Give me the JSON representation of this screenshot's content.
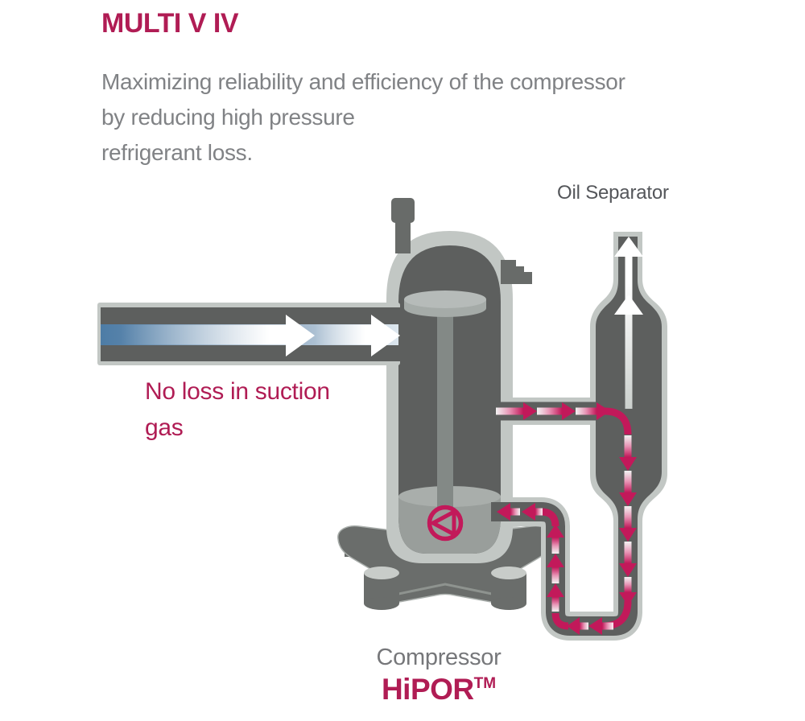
{
  "header": {
    "title": "MULTI V IV",
    "description_lines": [
      "Maximizing reliability and efficiency of the compressor",
      "by reducing high pressure",
      "refrigerant loss."
    ]
  },
  "diagram": {
    "oil_separator_label": "Oil Separator",
    "suction_label_lines": [
      "No loss in suction",
      "gas"
    ],
    "compressor_label": "Compressor",
    "tech_label": "HiPOR",
    "tech_label_superscript": "TM"
  },
  "colors": {
    "accent": "#B01C54",
    "arrow_red": "#C2195A",
    "steel_blue": "#4D7CA6",
    "text_gray": "#808285",
    "label_gray": "#54565A",
    "vessel_light": "#C2C7C4",
    "vessel_dark": "#5D5F5E",
    "hardware_gray": "#686B69",
    "base_gray": "#6A6D6B",
    "foot_highlight": "#C8CCC9",
    "oil_gray": "#999E9B",
    "oil_surface": "#A9AEAB",
    "flow_white": "#FFFFFF"
  }
}
